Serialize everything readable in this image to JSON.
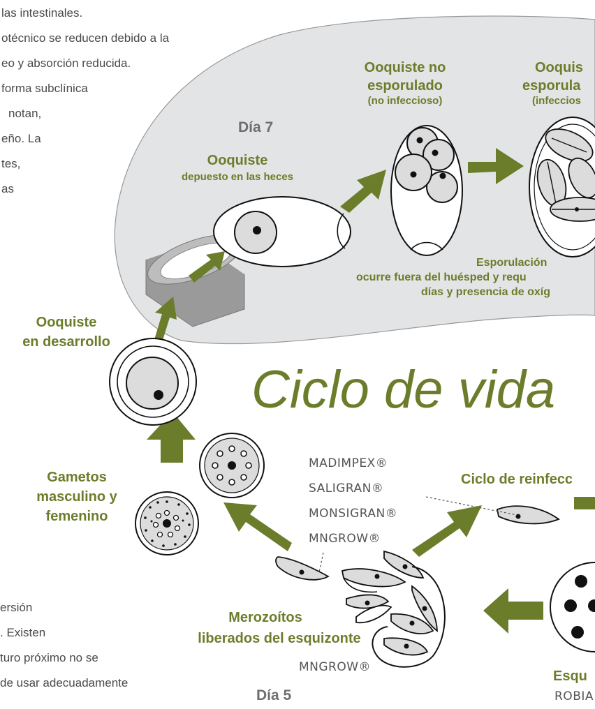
{
  "intro_text": [
    "las intestinales.",
    "otécnico se reducen debido a la",
    "eo y absorción reducida.",
    "forma subclínica",
    "notan,",
    "eño. La",
    "tes,",
    "as"
  ],
  "bottom_text": [
    "ersión",
    ". Existen",
    "turo próximo no se",
    "de usar adecuadamente"
  ],
  "title": "Ciclo de vida",
  "day7": "Día 7",
  "day5": "Día 5",
  "labels": {
    "oocyst_feces_title": "Ooquiste",
    "oocyst_feces_sub": "depuesto en las heces",
    "unsporulated_line1": "Ooquiste no",
    "unsporulated_line2": "esporulado",
    "unsporulated_sub": "(no infeccioso)",
    "sporulated_line1": "Ooquis",
    "sporulated_line2": "esporula",
    "sporulated_sub": "(infeccios",
    "sporulation_title": "Esporulación",
    "sporulation_line1": "ocurre fuera del huésped y requ",
    "sporulation_line2": "días y presencia de oxíg",
    "developing_line1": "Ooquiste",
    "developing_line2": "en desarrollo",
    "gametes_line1": "Gametos",
    "gametes_line2": "masculino y",
    "gametes_line3": "femenino",
    "reinfection": "Ciclo de reinfecc",
    "merozoites_line1": "Merozoítos",
    "merozoites_line2": "liberados del esquizonte",
    "schizont": "Esqu"
  },
  "products": {
    "list": [
      "MADIMPEX®",
      "SALIGRAN®",
      "MONSIGRAN®",
      "MNGROW®"
    ],
    "merozoite_product": "MNGROW®",
    "schizont_product": "ROBIA"
  },
  "colors": {
    "accent_green": "#6b7d2a",
    "blob_fill": "#e3e4e5",
    "cell_fill": "#dcdcdc",
    "text_grey": "#4a4a4a"
  }
}
